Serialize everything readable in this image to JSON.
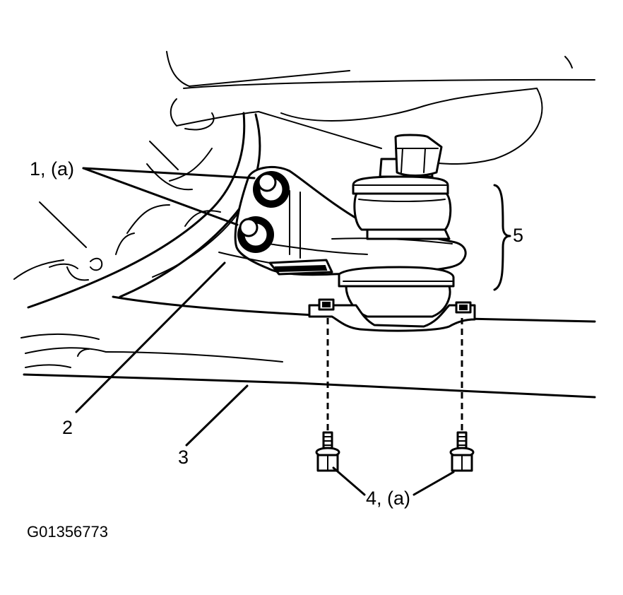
{
  "figure": {
    "callouts": {
      "c1": "1, (a)",
      "c2": "2",
      "c3": "3",
      "c4": "4, (a)",
      "c5": "5"
    },
    "figure_id": "G01356773"
  }
}
